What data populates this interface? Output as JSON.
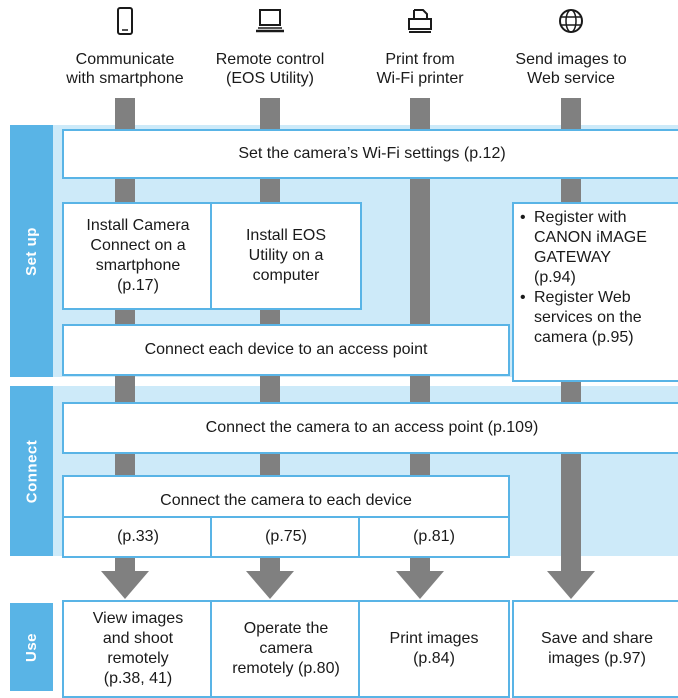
{
  "columns": [
    {
      "icon": "smartphone-icon",
      "label": "Communicate\nwith smartphone"
    },
    {
      "icon": "laptop-icon",
      "label": "Remote control\n(EOS Utility)"
    },
    {
      "icon": "printer-icon",
      "label": "Print from\nWi-Fi printer"
    },
    {
      "icon": "globe-icon",
      "label": "Send images to\nWeb service"
    }
  ],
  "phases": {
    "setup": "Set up",
    "connect": "Connect",
    "use": "Use"
  },
  "setup": {
    "wifi_settings": "Set the camera’s Wi-Fi settings (p.12)",
    "install_camera_connect": "Install Camera\nConnect on a\nsmartphone\n(p.17)",
    "install_eos_utility": "Install EOS\nUtility on a\ncomputer",
    "web_service_bullets": [
      "Register with\nCANON iMAGE\nGATEWAY\n(p.94)",
      "Register Web\nservices on the\ncamera (p.95)"
    ],
    "connect_to_ap": "Connect each device to an access point"
  },
  "connect": {
    "camera_to_ap": "Connect the camera to an access point (p.109)",
    "camera_to_device": "Connect the camera to each device",
    "refs": [
      "(p.33)",
      "(p.75)",
      "(p.81)"
    ]
  },
  "use": {
    "view_images": "View images\nand shoot\nremotely\n(p.38, 41)",
    "operate_camera": "Operate the\ncamera\nremotely (p.80)",
    "print_images": "Print images\n(p.84)",
    "save_share": "Save and share\nimages (p.97)"
  },
  "colors": {
    "accent_blue": "#59b4e6",
    "band_blue": "#cdeaf9",
    "arrow_gray": "#808080"
  }
}
